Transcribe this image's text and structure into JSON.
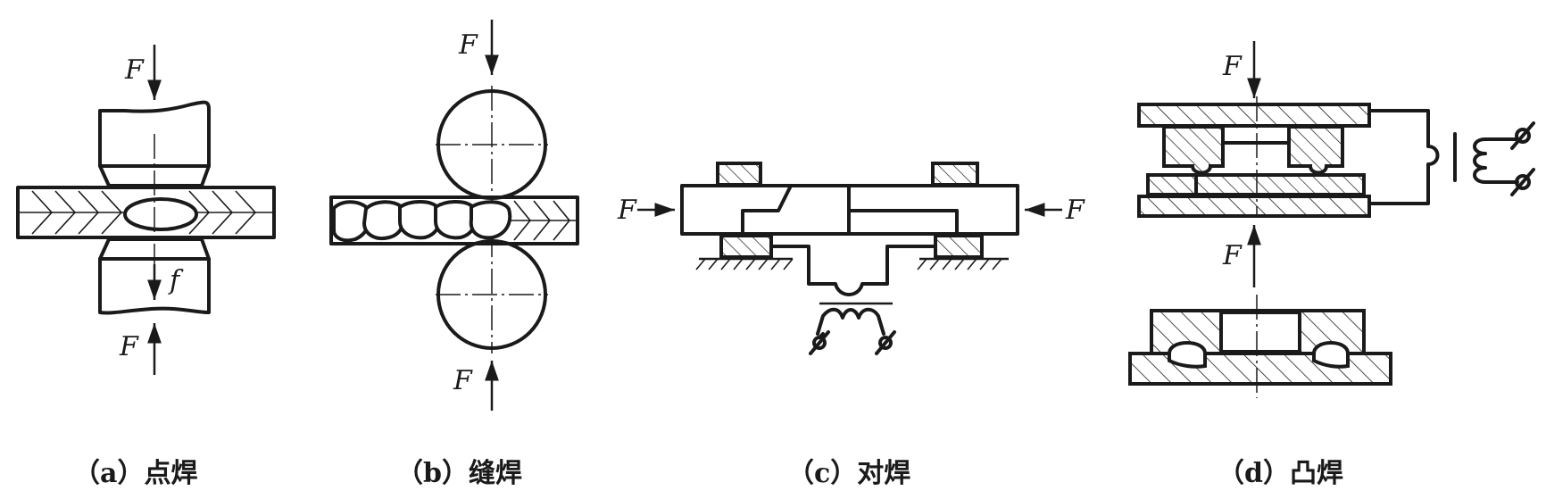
{
  "labels": {
    "force": "F",
    "friction": "f"
  },
  "captions": {
    "a": "（a）点焊",
    "b": "（b）缝焊",
    "c": "（c）对焊",
    "d": "（d）凸焊"
  }
}
